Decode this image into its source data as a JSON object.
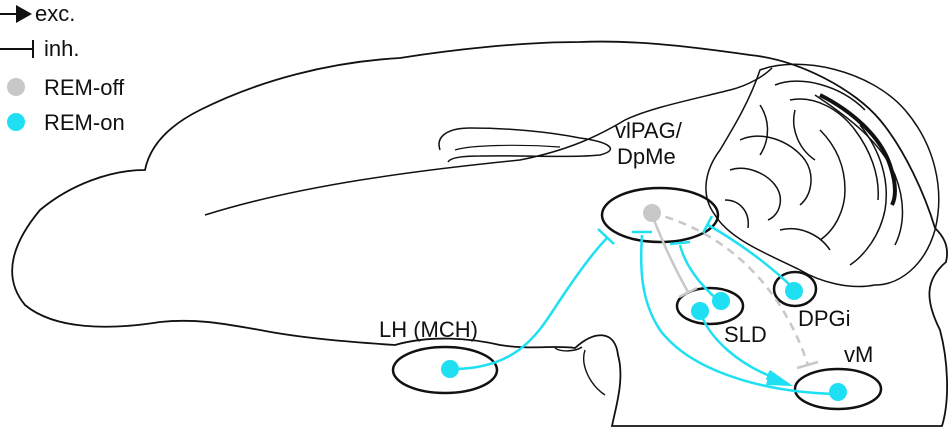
{
  "legend": {
    "excitatory_label": "exc.",
    "inhibitory_label": "inh.",
    "rem_off_label": "REM-off",
    "rem_on_label": "REM-on"
  },
  "regions": {
    "vlpag_line1": "vlPAG/",
    "vlpag_line2": "DpMe",
    "lh": "LH (MCH)",
    "sld": "SLD",
    "dpgi": "DPGi",
    "vm": "vM"
  },
  "colors": {
    "rem_off": "#c8c8c8",
    "rem_on": "#1fe0f2",
    "outline": "#111111"
  }
}
